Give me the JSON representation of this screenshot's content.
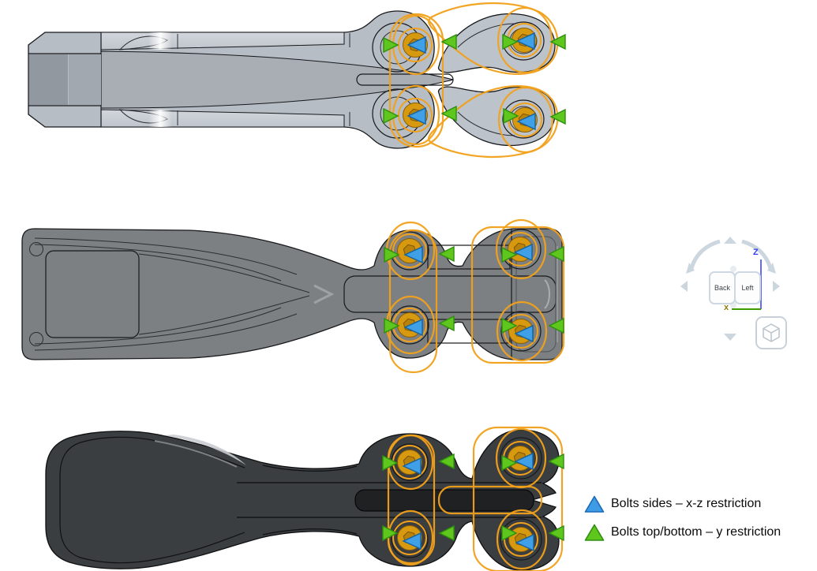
{
  "legend": {
    "items": [
      {
        "id": "bolts-sides",
        "marker": "blue-triangle",
        "label": "Bolts sides – x-z restriction"
      },
      {
        "id": "bolts-top-bottom",
        "marker": "green-triangle",
        "label": "Bolts top/bottom – y restriction"
      }
    ]
  },
  "view_navigator": {
    "faces": [
      {
        "label": "Back"
      },
      {
        "label": "Left"
      }
    ],
    "axes": [
      {
        "label": "Z",
        "color": "#2f3cf2"
      },
      {
        "label": "x",
        "color": "#8f7d0a"
      }
    ]
  },
  "views": [
    {
      "id": "top",
      "description": "section view of part, light gray"
    },
    {
      "id": "middle",
      "description": "back/left view of part, medium gray"
    },
    {
      "id": "bottom",
      "description": "shaded view of part, dark gray"
    }
  ],
  "fixtures": [
    {
      "view": "top",
      "pos": "upper-left",
      "bolt": [
        526,
        57
      ],
      "rx": 29,
      "ry": 37,
      "blue": [
        529,
        57
      ],
      "greens": [
        {
          "p": [
            494,
            57
          ],
          "dir": "r"
        },
        {
          "p": [
            570,
            53
          ],
          "dir": "l"
        }
      ]
    },
    {
      "view": "top",
      "pos": "upper-right",
      "bolt": [
        664,
        51
      ],
      "rx": 34,
      "ry": 41,
      "blue": [
        667,
        52
      ],
      "greens": [
        {
          "p": [
            645,
            53
          ],
          "dir": "r"
        },
        {
          "p": [
            708,
            53
          ],
          "dir": "l"
        }
      ]
    },
    {
      "view": "top",
      "pos": "lower-left",
      "bolt": [
        526,
        146
      ],
      "rx": 29,
      "ry": 37,
      "blue": [
        529,
        147
      ],
      "greens": [
        {
          "p": [
            494,
            147
          ],
          "dir": "r"
        },
        {
          "p": [
            570,
            144
          ],
          "dir": "l"
        }
      ]
    },
    {
      "view": "top",
      "pos": "lower-right",
      "bolt": [
        665,
        152
      ],
      "rx": 34,
      "ry": 41,
      "blue": [
        668,
        154
      ],
      "greens": [
        {
          "p": [
            646,
            147
          ],
          "dir": "r"
        },
        {
          "p": [
            708,
            148
          ],
          "dir": "l"
        }
      ]
    },
    {
      "view": "middle",
      "pos": "upper-left",
      "bolt": [
        519,
        318
      ],
      "rx": 30,
      "ry": 36,
      "blue": [
        525,
        323
      ],
      "greens": [
        {
          "p": [
            495,
            323
          ],
          "dir": "r"
        },
        {
          "p": [
            567,
            322
          ],
          "dir": "l"
        }
      ]
    },
    {
      "view": "middle",
      "pos": "upper-right",
      "bolt": [
        659,
        316
      ],
      "rx": 31,
      "ry": 37,
      "blue": [
        664,
        320
      ],
      "greens": [
        {
          "p": [
            644,
            323
          ],
          "dir": "r"
        },
        {
          "p": [
            706,
            322
          ],
          "dir": "l"
        }
      ]
    },
    {
      "view": "middle",
      "pos": "lower-left",
      "bolt": [
        519,
        412
      ],
      "rx": 30,
      "ry": 36,
      "blue": [
        525,
        415
      ],
      "greens": [
        {
          "p": [
            495,
            413
          ],
          "dir": "r"
        },
        {
          "p": [
            567,
            410
          ],
          "dir": "l"
        }
      ]
    },
    {
      "view": "middle",
      "pos": "lower-right",
      "bolt": [
        660,
        420
      ],
      "rx": 31,
      "ry": 37,
      "blue": [
        665,
        423
      ],
      "greens": [
        {
          "p": [
            644,
            413
          ],
          "dir": "r"
        },
        {
          "p": [
            706,
            413
          ],
          "dir": "l"
        }
      ]
    },
    {
      "view": "bottom",
      "pos": "upper-left",
      "bolt": [
        519,
        586
      ],
      "rx": 28,
      "ry": 34,
      "blue": [
        523,
        591
      ],
      "greens": [
        {
          "p": [
            493,
            587
          ],
          "dir": "r"
        },
        {
          "p": [
            567,
            585
          ],
          "dir": "l"
        }
      ]
    },
    {
      "view": "bottom",
      "pos": "upper-right",
      "bolt": [
        659,
        581
      ],
      "rx": 31,
      "ry": 37,
      "blue": [
        665,
        585
      ],
      "greens": [
        {
          "p": [
            644,
            587
          ],
          "dir": "r"
        },
        {
          "p": [
            706,
            585
          ],
          "dir": "l"
        }
      ]
    },
    {
      "view": "bottom",
      "pos": "lower-left",
      "bolt": [
        519,
        682
      ],
      "rx": 28,
      "ry": 34,
      "blue": [
        523,
        686
      ],
      "greens": [
        {
          "p": [
            493,
            676
          ],
          "dir": "r"
        },
        {
          "p": [
            567,
            676
          ],
          "dir": "l"
        }
      ]
    },
    {
      "view": "bottom",
      "pos": "lower-right",
      "bolt": [
        660,
        684
      ],
      "rx": 31,
      "ry": 37,
      "blue": [
        666,
        688
      ],
      "greens": [
        {
          "p": [
            644,
            676
          ],
          "dir": "r"
        },
        {
          "p": [
            706,
            676
          ],
          "dir": "l"
        }
      ]
    }
  ],
  "colors": {
    "highlight_orange": "#f2a11a",
    "bolt_orange": "#d7990f",
    "bolt_dark": "#8a5f04",
    "marker_blue": "#3fa0e8",
    "marker_blue_border": "#15629e",
    "marker_green": "#5ec61c",
    "marker_green_border": "#2e8f0e",
    "part_top": "#bcc3cb",
    "part_middle": "#7d8083",
    "part_bottom": "#3b3e41",
    "axis_z_blue": "#2f3cf2",
    "axis_x_line_green": "#3f9b00",
    "axis_x_label": "#8f7d0a",
    "nav_gray": "#ccd6df"
  }
}
